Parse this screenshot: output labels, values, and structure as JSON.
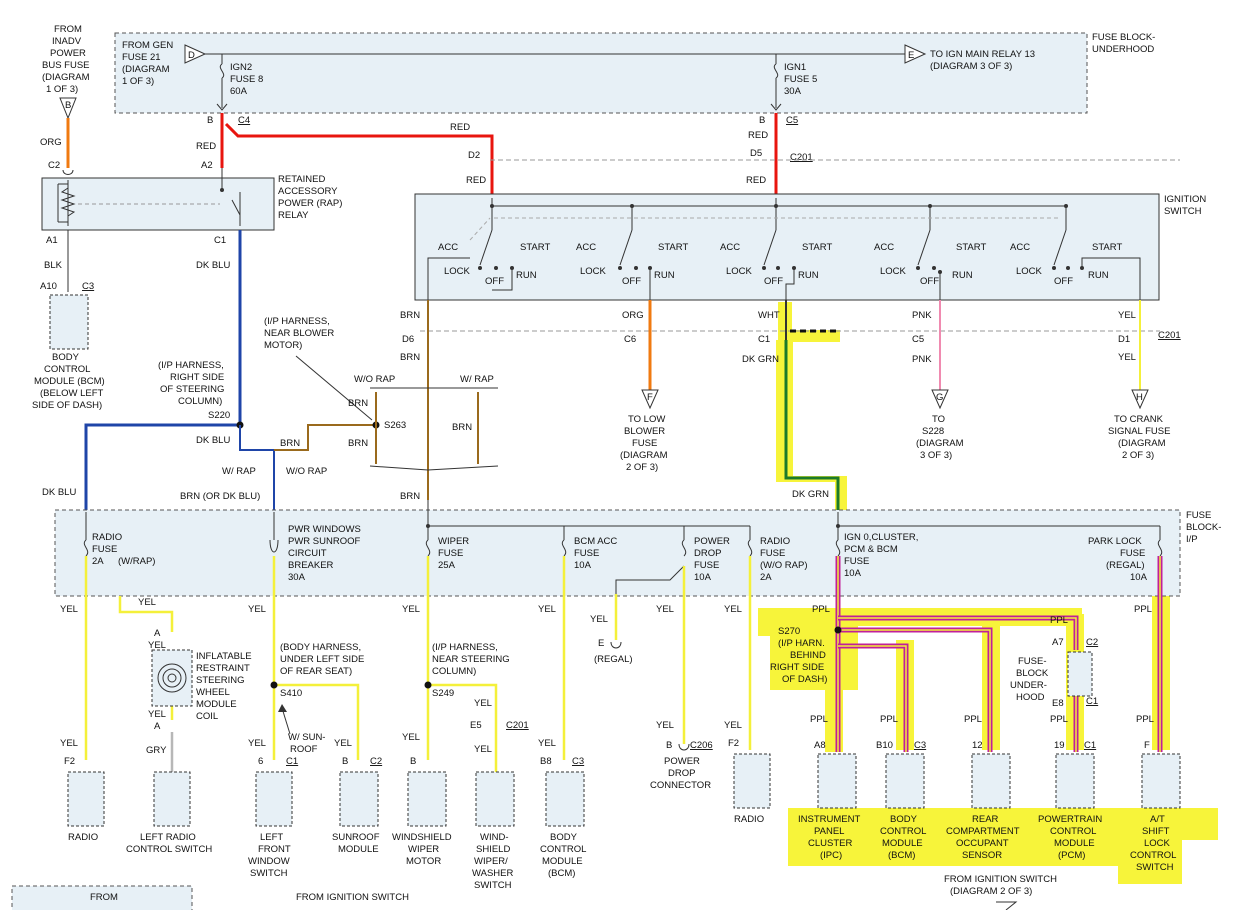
{
  "fuse_block_underhood": {
    "title_line1": "FUSE BLOCK-",
    "title_line2": "UNDERHOOD",
    "from_gen": [
      "FROM GEN",
      "FUSE 21",
      "(DIAGRAM",
      "1 OF 3)"
    ],
    "connector_d": "D",
    "connector_e": "E",
    "to_ign_main_relay": [
      "TO IGN MAIN RELAY 13",
      "(DIAGRAM 3 OF 3)"
    ],
    "fuse8": [
      "IGN2",
      "FUSE 8",
      "60A"
    ],
    "fuse5": [
      "IGN1",
      "FUSE 5",
      "30A"
    ]
  },
  "from_inadv": {
    "lines": [
      "FROM",
      "INADV",
      "POWER",
      "BUS FUSE",
      "(DIAGRAM",
      "1 OF 3)"
    ],
    "arrow_letter": "B",
    "wire_color": "ORG",
    "pin": "C2"
  },
  "rap_relay": {
    "label": [
      "RETAINED",
      "ACCESSORY",
      "POWER (RAP)",
      "RELAY"
    ],
    "pin_a2": "A2",
    "pin_a1": "A1",
    "pin_c1": "C1",
    "wire_a1": "BLK",
    "wire_c1": "DK BLU"
  },
  "bcm_top": {
    "pin": "A10",
    "connector": "C3",
    "label": [
      "BODY",
      "CONTROL",
      "MODULE (BCM)",
      "(BELOW LEFT",
      "SIDE OF DASH)"
    ]
  },
  "c4_feed": {
    "pin": "B",
    "connector": "C4",
    "wire1": "RED",
    "wire2": "RED",
    "pin_d2": "D2",
    "wire3": "RED"
  },
  "c5_feed": {
    "pin": "B",
    "connector": "C5",
    "wire1": "RED",
    "pin_d5": "D5",
    "connector_c201": "C201",
    "wire2": "RED"
  },
  "ignition_switch": {
    "title": [
      "IGNITION",
      "SWITCH"
    ],
    "acc": "ACC",
    "start": "START",
    "lock": "LOCK",
    "off": "OFF",
    "run": "RUN"
  },
  "outputs": {
    "brn": {
      "wire": "BRN",
      "pin": "D6"
    },
    "org": {
      "wire": "ORG",
      "pin": "C6",
      "arrow": "F",
      "to": [
        "TO LOW",
        "BLOWER",
        "FUSE",
        "(DIAGRAM",
        "2 OF 3)"
      ]
    },
    "wht": {
      "wire_in": "WHT",
      "pin": "C1",
      "wire_out": "DK GRN",
      "wire_out2": "DK GRN"
    },
    "pnk": {
      "wire_in": "PNK",
      "pin": "C5",
      "wire_out": "PNK",
      "arrow": "G",
      "to": [
        "TO",
        "S228",
        "(DIAGRAM",
        "3 OF 3)"
      ]
    },
    "yel": {
      "wire_in": "YEL",
      "pin": "D1",
      "connector": "C201",
      "wire_out": "YEL",
      "arrow": "H",
      "to": [
        "TO CRANK",
        "SIGNAL FUSE",
        "(DIAGRAM",
        "2 OF 3)"
      ]
    }
  },
  "s220": {
    "note": [
      "(I/P HARNESS,",
      "RIGHT SIDE",
      "OF STEERING",
      "COLUMN)"
    ],
    "splice": "S220",
    "wire_left": "DK BLU",
    "wire_right": "DK BLU",
    "wire_down_left": "DK BLU"
  },
  "s263": {
    "note": [
      "(I/P HARNESS,",
      "NEAR BLOWER",
      "MOTOR)"
    ],
    "splice": "S263",
    "wo_rap_top": "W/O RAP",
    "w_rap_top": "W/ RAP",
    "brn_a": "BRN",
    "brn_b": "BRN",
    "brn_c": "BRN",
    "brn_d": "BRN",
    "brn_e": "BRN",
    "w_rap": "W/ RAP",
    "wo_rap": "W/O RAP",
    "brn_or_dkblu": "BRN (OR DK BLU)"
  },
  "fuse_block_ip": {
    "title": [
      "FUSE",
      "BLOCK-",
      "I/P"
    ],
    "fuses": [
      {
        "lines": [
          "RADIO",
          "FUSE",
          "2A"
        ],
        "extra": "(W/RAP)"
      },
      {
        "lines": [
          "PWR WINDOWS",
          "PWR SUNROOF",
          "CIRCUIT",
          "BREAKER",
          "30A"
        ]
      },
      {
        "lines": [
          "WIPER",
          "FUSE",
          "25A"
        ]
      },
      {
        "lines": [
          "BCM ACC",
          "FUSE",
          "10A"
        ]
      },
      {
        "lines": [
          "POWER",
          "DROP",
          "FUSE",
          "10A"
        ]
      },
      {
        "lines": [
          "RADIO",
          "FUSE",
          "(W/O RAP)",
          "2A"
        ]
      },
      {
        "lines": [
          "IGN 0,CLUSTER,",
          "PCM & BCM",
          "FUSE",
          "10A"
        ]
      },
      {
        "lines": [
          "PARK LOCK",
          "FUSE",
          "(REGAL)",
          "10A"
        ]
      }
    ]
  },
  "bottom": {
    "yel": "YEL",
    "gry": "GRY",
    "ppl": "PPL",
    "radio1": {
      "pin": "F2",
      "label": [
        "RADIO"
      ]
    },
    "airbag": {
      "pin_a_top": "A",
      "pin_a_bot": "A",
      "label": [
        "INFLATABLE",
        "RESTRAINT",
        "STEERING",
        "WHEEL",
        "MODULE",
        "COIL"
      ]
    },
    "left_radio": {
      "label": [
        "LEFT RADIO",
        "CONTROL SWITCH"
      ]
    },
    "s410": {
      "note": [
        "(BODY HARNESS,",
        "UNDER LEFT SIDE",
        "OF REAR SEAT)"
      ],
      "splice": "S410",
      "w_sunroof": [
        "W/ SUN-",
        "ROOF"
      ]
    },
    "left_window": {
      "pin": "6",
      "connector": "C1",
      "label": [
        "LEFT",
        "FRONT",
        "WINDOW",
        "SWITCH"
      ]
    },
    "sunroof": {
      "pin": "B",
      "connector": "C2",
      "label": [
        "SUNROOF",
        "MODULE"
      ]
    },
    "s249": {
      "note": [
        "(I/P HARNESS,",
        "NEAR STEERING",
        "COLUMN)"
      ],
      "splice": "S249"
    },
    "wiper_motor": {
      "pin": "B",
      "label": [
        "WINDSHIELD",
        "WIPER",
        "MOTOR"
      ]
    },
    "washer": {
      "pin": "E5",
      "connector": "C201",
      "label": [
        "WIND-",
        "SHIELD",
        "WIPER/",
        "WASHER",
        "SWITCH"
      ]
    },
    "bcm_b8": {
      "pin": "B8",
      "connector": "C3",
      "label": [
        "BODY",
        "CONTROL",
        "MODULE",
        "(BCM)"
      ]
    },
    "regal": {
      "pin": "E",
      "label": "(REGAL)"
    },
    "power_drop": {
      "pin": "B",
      "connector": "C206",
      "label": [
        "POWER",
        "DROP",
        "CONNECTOR"
      ]
    },
    "radio2": {
      "pin": "F2",
      "label": [
        "RADIO"
      ]
    },
    "s270": {
      "lines": [
        "S270",
        "(I/P HARN.",
        "BEHIND",
        "RIGHT SIDE",
        "OF DASH)"
      ]
    },
    "ipc": {
      "pin": "A8",
      "label": [
        "INSTRUMENT",
        "PANEL",
        "CLUSTER",
        "(IPC)"
      ]
    },
    "bcm_b10": {
      "pin": "B10",
      "connector": "C3",
      "label": [
        "BODY",
        "CONTROL",
        "MODULE",
        "(BCM)"
      ]
    },
    "rear_occ": {
      "pin": "12",
      "label": [
        "REAR",
        "COMPARTMENT",
        "OCCUPANT",
        "SENSOR"
      ]
    },
    "fuse_block_uh": {
      "a7": "A7",
      "c2": "C2",
      "e8": "E8",
      "c1": "C1",
      "label": [
        "FUSE-",
        "BLOCK",
        "UNDER-",
        "HOOD"
      ]
    },
    "pcm": {
      "pin": "19",
      "connector": "C1",
      "label": [
        "POWERTRAIN",
        "CONTROL",
        "MODULE",
        "(PCM)"
      ]
    },
    "at_shift": {
      "pin": "F",
      "label": [
        "A/T",
        "SHIFT",
        "LOCK",
        "CONTROL",
        "SWITCH"
      ]
    },
    "from_ign_right": [
      "FROM IGNITION SWITCH",
      "(DIAGRAM 2 OF 3)"
    ],
    "from_ign_mid": "FROM IGNITION SWITCH",
    "from_left": "FROM"
  },
  "colors": {
    "red": "#e8150f",
    "org": "#f07a10",
    "blue": "#1f45a8",
    "brn": "#9a6a1d",
    "yel": "#f4f03a",
    "pnk": "#f08ab0",
    "dkgrn": "#1b7a2a",
    "ppl": "#c0209a",
    "gry": "#b7b7b7",
    "highlight": "#f7f43a",
    "box_fill": "#e7f0f6"
  }
}
